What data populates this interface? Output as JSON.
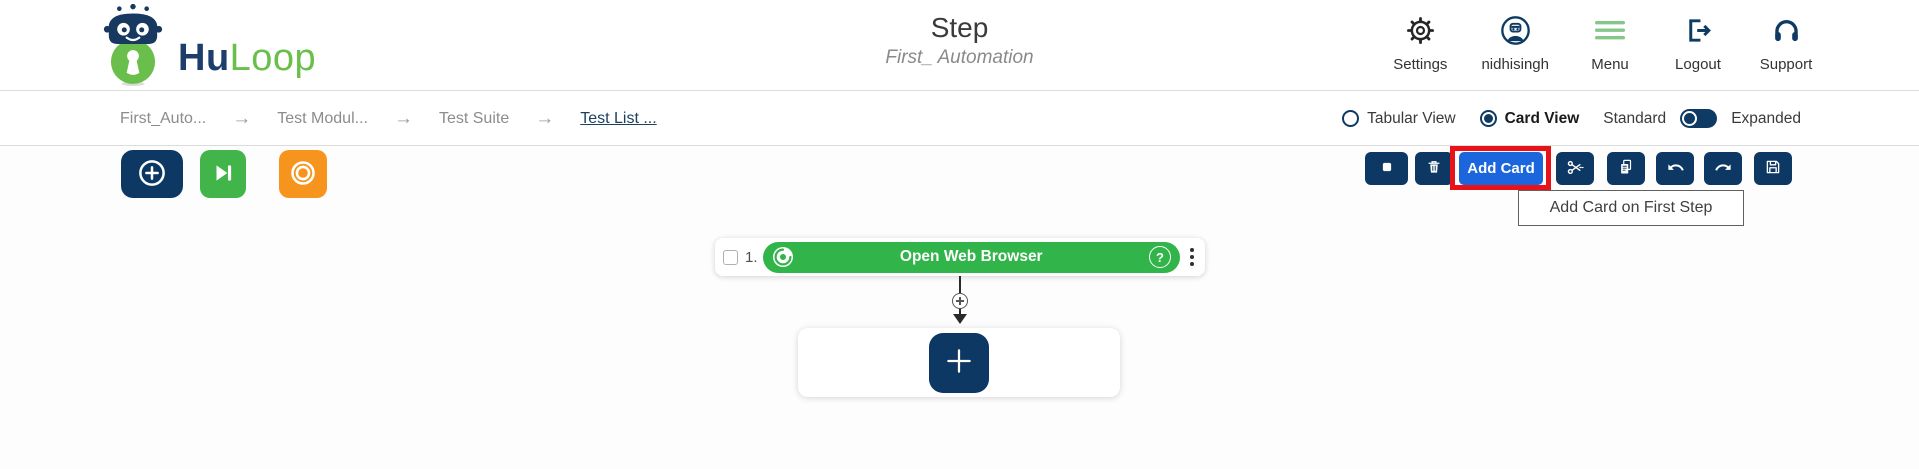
{
  "colors": {
    "navy": "#0d3863",
    "brand_navy": "#1d3e6b",
    "brand_green": "#6abf4c",
    "action_green": "#31b449",
    "button_green": "#41b44a",
    "button_orange": "#f7941d",
    "menu_green": "#85c789",
    "add_card_blue": "#1b66dd",
    "highlight_red": "#e81219",
    "text_dark": "#333333",
    "text_gray": "#8c8c8c"
  },
  "header": {
    "brand": {
      "primary": "Hu",
      "secondary": "Loop",
      "logo_icon": "robot-logo-icon"
    },
    "title": "Step",
    "subtitle": "First_ Automation",
    "nav": [
      {
        "label": "Settings",
        "icon": "gear-icon"
      },
      {
        "label": "nidhisingh",
        "icon": "user-avatar-icon"
      },
      {
        "label": "Menu",
        "icon": "hamburger-icon"
      },
      {
        "label": "Logout",
        "icon": "logout-icon"
      },
      {
        "label": "Support",
        "icon": "headset-icon"
      }
    ]
  },
  "breadcrumb": {
    "separator": "→",
    "items": [
      {
        "label": "First_Auto...",
        "active": false
      },
      {
        "label": "Test Modul...",
        "active": false
      },
      {
        "label": "Test Suite",
        "active": false
      },
      {
        "label": "Test List ...",
        "active": true
      }
    ]
  },
  "view_controls": {
    "tabular": {
      "label": "Tabular View",
      "selected": false
    },
    "card": {
      "label": "Card View",
      "selected": true
    },
    "standard_label": "Standard",
    "expanded_label": "Expanded",
    "toggle_state": "standard"
  },
  "left_toolbar": {
    "buttons": [
      {
        "name": "add-step",
        "icon": "plus-circle-icon",
        "color": "#0d3863"
      },
      {
        "name": "step-forward",
        "icon": "skip-forward-icon",
        "color": "#41b44a"
      },
      {
        "name": "record",
        "icon": "record-icon",
        "color": "#f7941d"
      }
    ]
  },
  "right_toolbar": {
    "add_card_label": "Add Card",
    "tooltip": "Add Card on First Step",
    "buttons": [
      "stop",
      "delete",
      "add-card",
      "cut",
      "paste",
      "undo",
      "redo",
      "save"
    ]
  },
  "canvas": {
    "step": {
      "number": "1.",
      "title": "Open Web Browser",
      "help_glyph": "?",
      "icon": "web-browser-icon"
    }
  }
}
